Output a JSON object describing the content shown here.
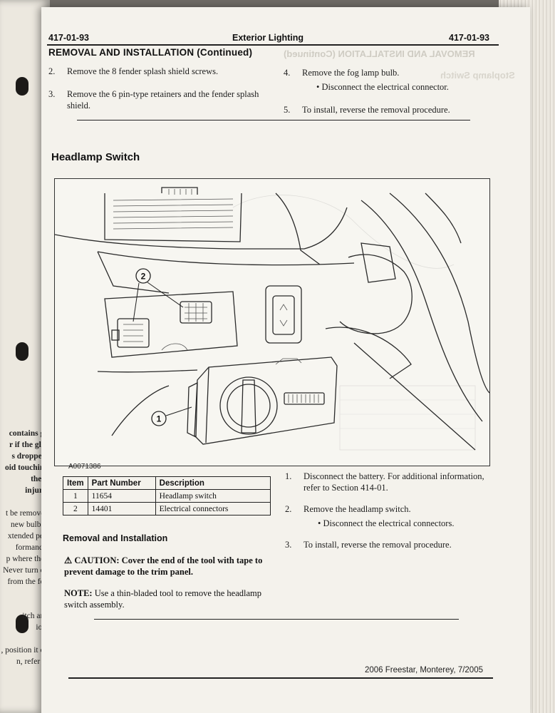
{
  "header": {
    "page_left": "417-01-93",
    "title": "Exterior Lighting",
    "page_right": "417-01-93",
    "section": "REMOVAL AND INSTALLATION (Continued)",
    "ghost_section": "REMOVAL AND INSTALLATION (Continued)",
    "ghost_title": "Stoplamp Switch"
  },
  "left_steps": [
    {
      "num": "2.",
      "text": "Remove the 8 fender splash shield screws."
    },
    {
      "num": "3.",
      "text": "Remove the 6 pin-type retainers and the fender splash shield."
    }
  ],
  "right_steps": [
    {
      "num": "4.",
      "text": "Remove the fog lamp bulb."
    },
    {
      "num": "",
      "text": "• Disconnect the electrical connector."
    },
    {
      "num": "5.",
      "text": "To install, reverse the removal procedure."
    }
  ],
  "section_title": "Headlamp Switch",
  "figure": {
    "id": "A0071386",
    "callouts": [
      "1",
      "2"
    ]
  },
  "parts_table": {
    "headers": [
      "Item",
      "Part Number",
      "Description"
    ],
    "rows": [
      {
        "item": "1",
        "part": "11654",
        "desc": "Headlamp switch"
      },
      {
        "item": "2",
        "part": "14401",
        "desc": "Electrical connectors"
      }
    ]
  },
  "removal_heading": "Removal and Installation",
  "caution": "CAUTION: Cover the end of the tool with tape to prevent damage to the trim panel.",
  "note": {
    "label": "NOTE:",
    "text": "Use a thin-bladed tool to remove the headlamp switch assembly."
  },
  "procedure": [
    {
      "num": "1.",
      "text": "Disconnect the battery. For additional information, refer to Section 414-01."
    },
    {
      "num": "2.",
      "text": "Remove the headlamp switch."
    },
    {
      "num": "",
      "text": "• Disconnect the electrical connectors."
    },
    {
      "num": "3.",
      "text": "To install, reverse the removal procedure."
    }
  ],
  "footer": "2006 Freestar, Monterey, 7/2005",
  "prev_page_text": [
    "contains ga",
    "r if the glas",
    "s dropped.",
    "oid touching",
    "these",
    "injury.",
    "",
    "t be removed",
    "new bulb is",
    "xtended peri",
    "formance.",
    "p where they",
    "Never turn on",
    "from the fog",
    "",
    "",
    "itch and",
    "ion.",
    "",
    ", position it on",
    "n, refer to"
  ]
}
